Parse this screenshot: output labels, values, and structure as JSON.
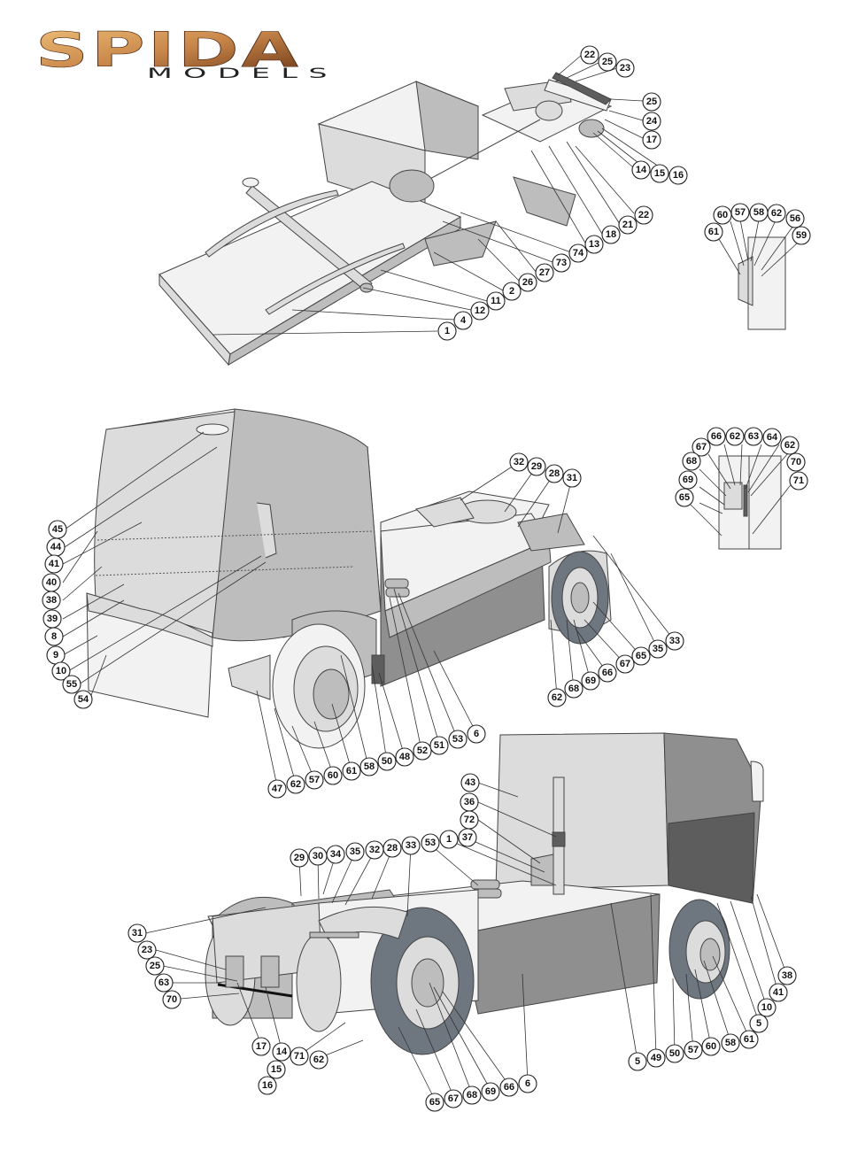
{
  "logo": {
    "brand": "SPIDA",
    "sub": "MODELS"
  },
  "chassis_callouts": [
    "22",
    "25",
    "23",
    "25",
    "24",
    "17",
    "14",
    "15",
    "16",
    "22",
    "21",
    "18",
    "13",
    "74",
    "73",
    "27",
    "26",
    "2",
    "11",
    "12",
    "4",
    "1"
  ],
  "inset_top_callouts": [
    "60",
    "57",
    "58",
    "62",
    "56",
    "61",
    "59"
  ],
  "inset_mid_callouts": [
    "66",
    "62",
    "63",
    "64",
    "62",
    "67",
    "70",
    "68",
    "71",
    "69",
    "65"
  ],
  "front_view_callouts_left": [
    "45",
    "44",
    "41",
    "40",
    "38",
    "39",
    "8",
    "9",
    "10",
    "55",
    "54"
  ],
  "front_view_callouts_bottom": [
    "47",
    "62",
    "57",
    "60",
    "61",
    "58",
    "50",
    "48",
    "52",
    "51",
    "53",
    "6"
  ],
  "front_view_callouts_right": [
    "32",
    "29",
    "28",
    "31",
    "33",
    "35",
    "65",
    "67",
    "66",
    "69",
    "68",
    "62"
  ],
  "rear_view_callouts_top": [
    "43",
    "36",
    "72",
    "29",
    "30",
    "34",
    "35",
    "32",
    "28",
    "33",
    "53",
    "1",
    "37"
  ],
  "rear_view_callouts_left": [
    "31",
    "23",
    "25",
    "63",
    "70"
  ],
  "rear_view_callouts_bottom": [
    "17",
    "14",
    "15",
    "16",
    "71",
    "62",
    "65",
    "67",
    "68",
    "69",
    "66",
    "6"
  ],
  "rear_view_callouts_right": [
    "5",
    "49",
    "50",
    "57",
    "60",
    "58",
    "61",
    "5",
    "10",
    "41",
    "38"
  ],
  "colors": {
    "logo_gradient_start": "#7a3f1c",
    "logo_gradient_mid": "#c9874a",
    "logo_gradient_end": "#f0c27a",
    "tyre": "#6e7680",
    "cab_dark": "#5d5d5d"
  }
}
